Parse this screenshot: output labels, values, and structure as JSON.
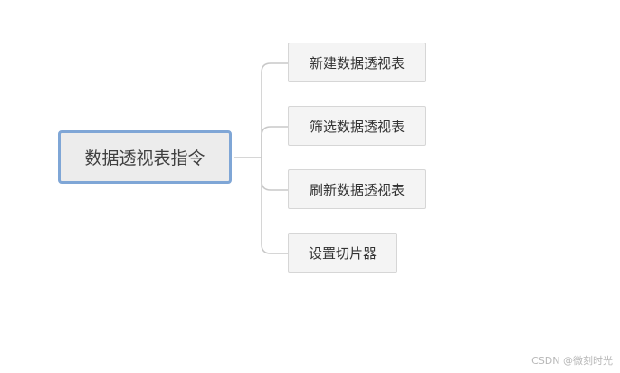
{
  "diagram": {
    "root": {
      "label": "数据透视表指令"
    },
    "children": [
      {
        "label": "新建数据透视表"
      },
      {
        "label": "筛选数据透视表"
      },
      {
        "label": "刷新数据透视表"
      },
      {
        "label": "设置切片器"
      }
    ]
  },
  "watermark": "CSDN @微刻时光",
  "colors": {
    "root_border": "#7fa6d6",
    "root_fill": "#ececec",
    "child_fill": "#f4f4f4",
    "child_border": "#d6d6d6",
    "connector": "#c8c8c8"
  }
}
